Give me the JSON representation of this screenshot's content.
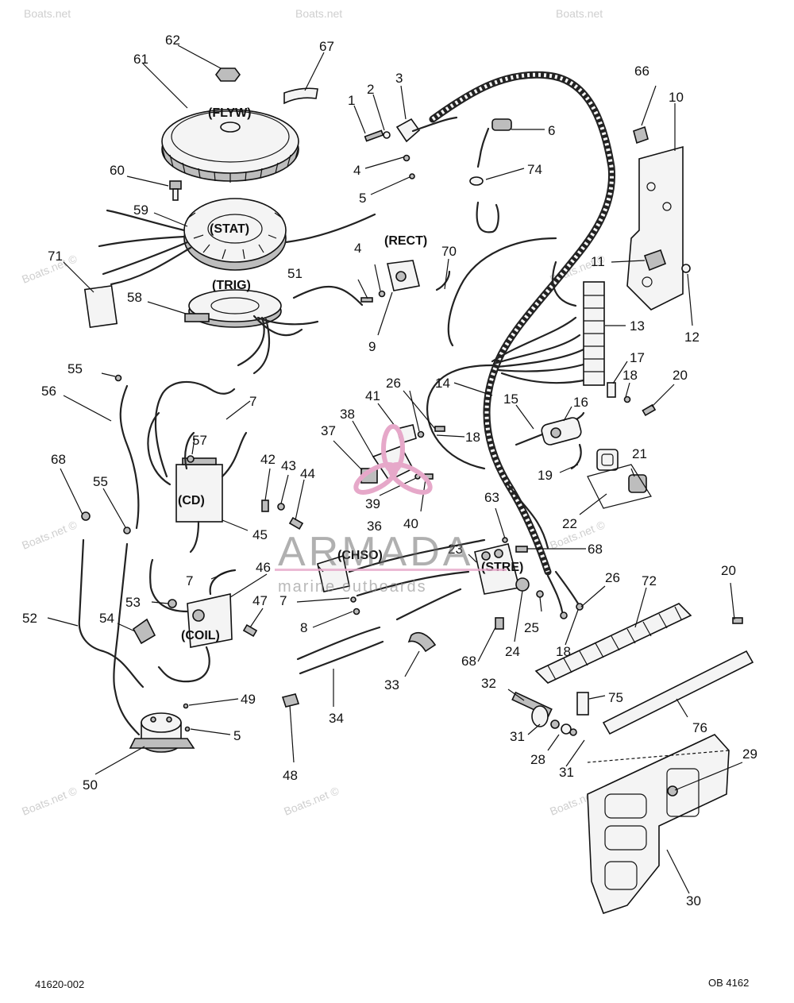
{
  "watermark": {
    "site_text": "Boats.net",
    "site_text_copy": "Boats.net ©",
    "brand_name": "ARMADA",
    "brand_tagline": "marine outboards",
    "brand_color": "#e6a8c9"
  },
  "components": {
    "flywheel": "(FLYW)",
    "stator": "(STAT)",
    "trigger": "(TRIG)",
    "rectifier": "(RECT)",
    "cd": "(CD)",
    "choke_solenoid": "(CHSO)",
    "coil": "(COIL)",
    "starter_solenoid": "(STRE)"
  },
  "callouts": {
    "c1": "1",
    "c2": "2",
    "c3": "3",
    "c4a": "4",
    "c4b": "4",
    "c5a": "5",
    "c5b": "5",
    "c6": "6",
    "c7a": "7",
    "c7b": "7",
    "c7c": "7",
    "c8": "8",
    "c9": "9",
    "c10": "10",
    "c11": "11",
    "c12": "12",
    "c13": "13",
    "c14": "14",
    "c15": "15",
    "c16": "16",
    "c17": "17",
    "c18a": "18",
    "c18b": "18",
    "c18c": "18",
    "c19": "19",
    "c20a": "20",
    "c20b": "20",
    "c21": "21",
    "c22": "22",
    "c23": "23",
    "c24": "24",
    "c25": "25",
    "c26a": "26",
    "c26b": "26",
    "c28": "28",
    "c29": "29",
    "c30": "30",
    "c31a": "31",
    "c31b": "31",
    "c32": "32",
    "c33": "33",
    "c34": "34",
    "c36": "36",
    "c37": "37",
    "c38": "38",
    "c39": "39",
    "c40": "40",
    "c41": "41",
    "c42": "42",
    "c43": "43",
    "c44": "44",
    "c45": "45",
    "c46": "46",
    "c47": "47",
    "c48": "48",
    "c49": "49",
    "c50": "50",
    "c51": "51",
    "c52": "52",
    "c53": "53",
    "c54": "54",
    "c55a": "55",
    "c55b": "55",
    "c56": "56",
    "c57": "57",
    "c58": "58",
    "c59": "59",
    "c60": "60",
    "c61": "61",
    "c62": "62",
    "c63": "63",
    "c66": "66",
    "c67": "67",
    "c68a": "68",
    "c68b": "68",
    "c68c": "68",
    "c70": "70",
    "c71": "71",
    "c72": "72",
    "c74": "74",
    "c75": "75",
    "c76": "76"
  },
  "footer": {
    "drawing_number": "41620-002",
    "sheet_code": "OB 4162"
  }
}
